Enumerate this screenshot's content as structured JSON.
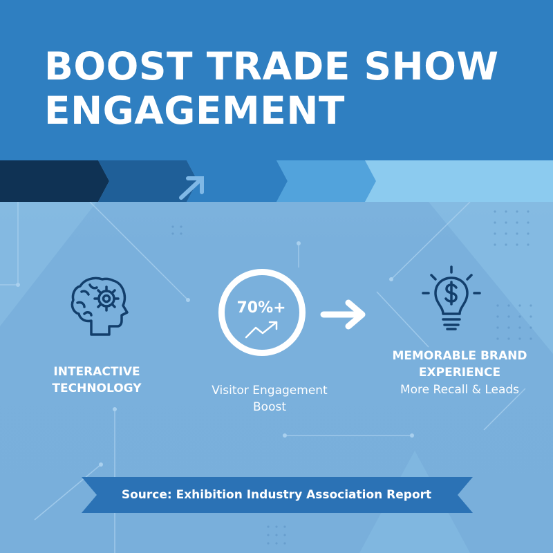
{
  "header": {
    "title": "BOOST TRADE SHOW ENGAGEMENT",
    "background_color": "#2f7fc1"
  },
  "features": [
    {
      "icon": "brain-gear-icon",
      "label": "INTERACTIVE TECHNOLOGY"
    },
    {
      "icon": "engagement-circle-icon",
      "value": "70%+",
      "label": "Visitor Engagement Boost"
    },
    {
      "icon": "lightbulb-dollar-icon",
      "label": "MEMORABLE BRAND EXPERIENCE",
      "sublabel": "More Recall & Leads"
    }
  ],
  "source": {
    "text": "Source: Exhibition Industry Association Report",
    "banner_color": "#2b72b5"
  },
  "colors": {
    "icon_dark": "#123e6b",
    "chevron_1": "#0f3254",
    "chevron_2": "#1f5f98",
    "chevron_3": "#2f7fc1",
    "chevron_4": "#52a3dc",
    "chevron_5": "#8ccbef"
  }
}
